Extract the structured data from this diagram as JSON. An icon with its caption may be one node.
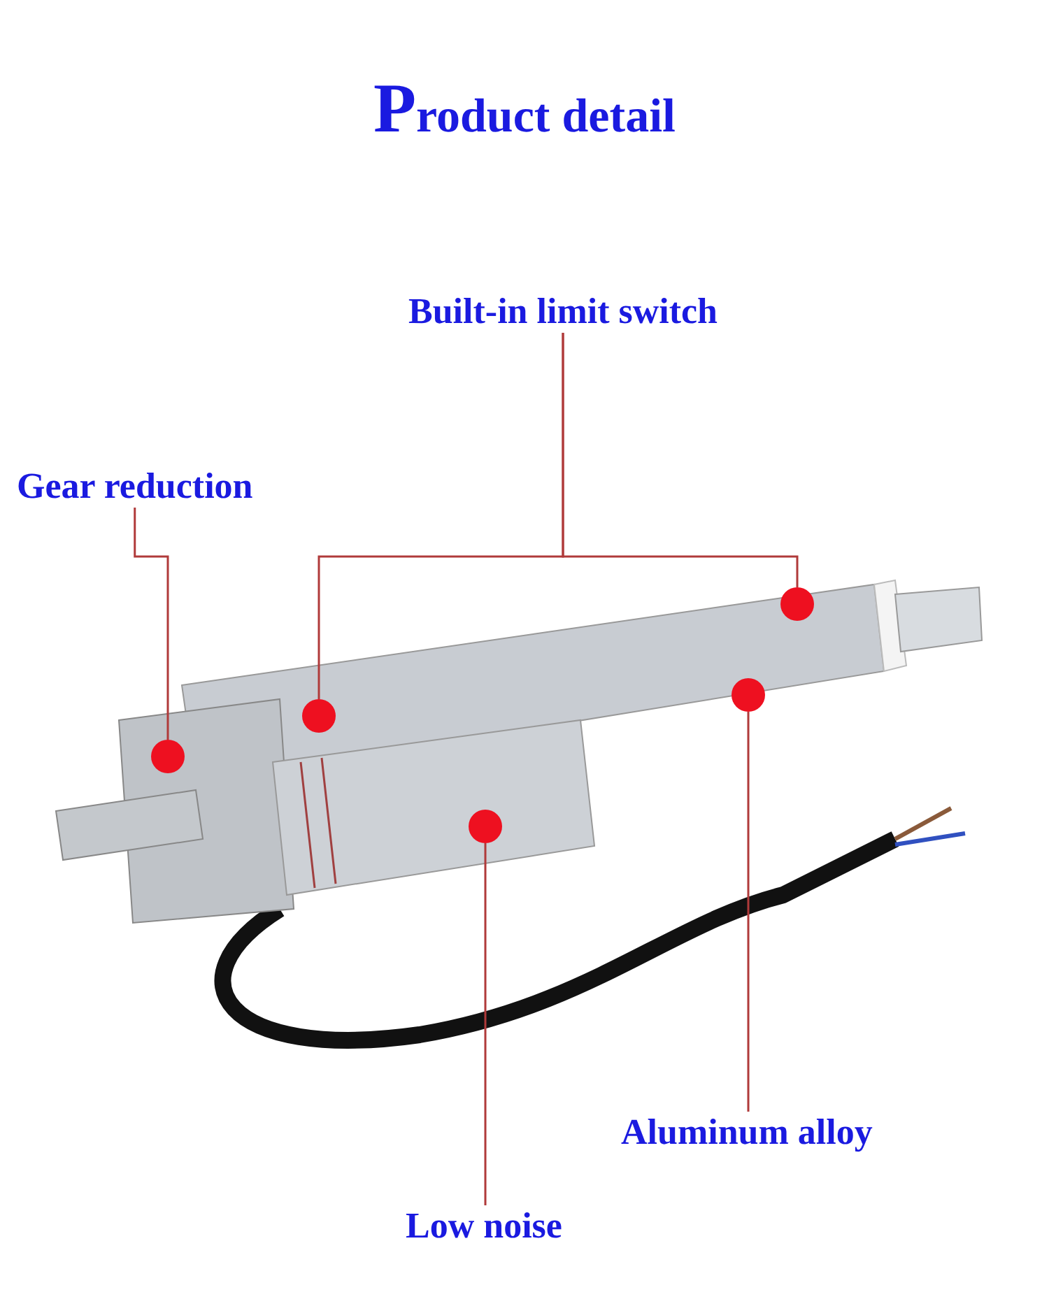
{
  "diagram": {
    "title": "Product detail",
    "nodes": [
      {
        "text": [
          "Built-in limit switch"
        ]
      },
      {
        "text": [
          "Gear reduction"
        ]
      },
      {
        "text": [
          "Aluminum alloy"
        ]
      },
      {
        "text": [
          "Low noise"
        ]
      },
      {
        "text": [],
        "shape": "circle"
      },
      {
        "text": [],
        "shape": "circle"
      },
      {
        "text": [],
        "shape": "circle"
      },
      {
        "text": [],
        "shape": "circle"
      },
      {
        "text": [],
        "shape": "circle"
      }
    ],
    "edges": [
      {
        "from": 0,
        "to": 5,
        "arrow": "none"
      },
      {
        "from": 0,
        "to": 8,
        "arrow": "none"
      },
      {
        "from": 1,
        "to": 4,
        "arrow": "none"
      },
      {
        "from": 2,
        "to": 7,
        "arrow": "none"
      },
      {
        "from": 3,
        "to": 6,
        "arrow": "none"
      }
    ]
  }
}
